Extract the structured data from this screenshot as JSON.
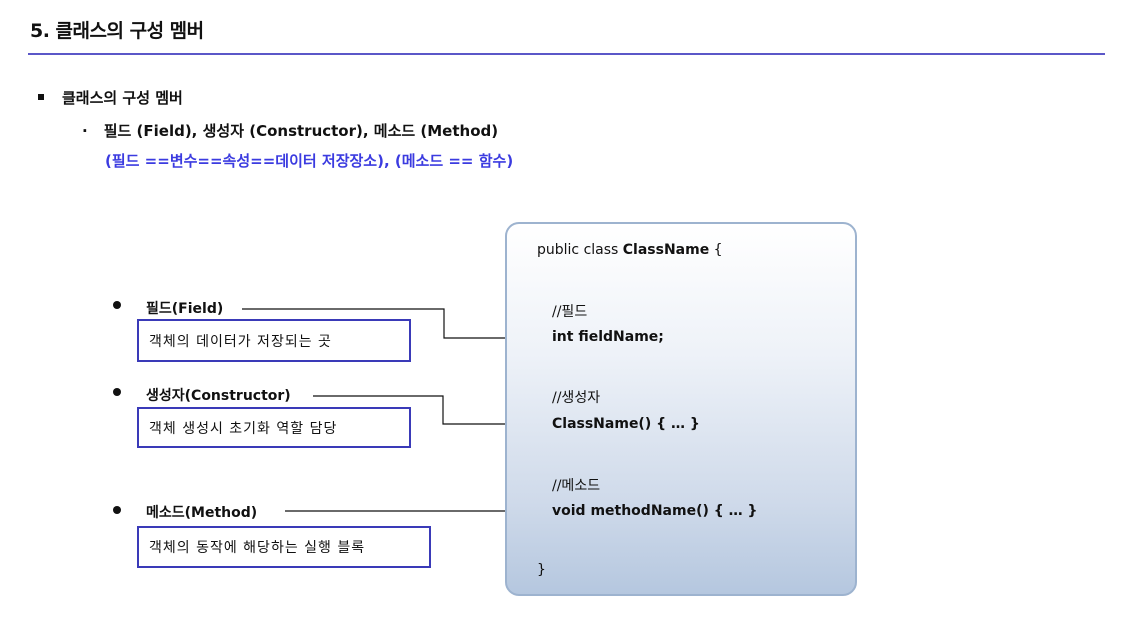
{
  "slide": {
    "title": "5. 클래스의 구성 멤버",
    "level1_bullet": "클래스의 구성 멤버",
    "level2_bullet": "필드 (Field), 생성자 (Constructor), 메소드 (Method)",
    "note": "(필드 ==변수==속성==데이터 저장장소), (메소드 == 함수)"
  },
  "members": [
    {
      "label": "필드(Field)",
      "description": "객체의 데이터가 저장되는 곳"
    },
    {
      "label": "생성자(Constructor)",
      "description": "객체 생성시 초기화 역할 담당"
    },
    {
      "label": "메소드(Method)",
      "description": "객체의 동작에 해당하는 실행 블록"
    }
  ],
  "code": {
    "line_class_prefix": "public class ",
    "line_class_name": "ClassName",
    "line_class_suffix": " {",
    "field_comment": "//필드",
    "field_decl": "int fieldName;",
    "constructor_comment": "//생성자",
    "constructor_decl": "ClassName() { … }",
    "method_comment": "//메소드",
    "method_decl": "void methodName() { … }",
    "closing_brace": "}"
  },
  "colors": {
    "accent_rule": "#5b57c8",
    "note_text": "#3b3be0",
    "desc_border": "#3a3ab8",
    "code_box_border": "#9db3cf"
  }
}
